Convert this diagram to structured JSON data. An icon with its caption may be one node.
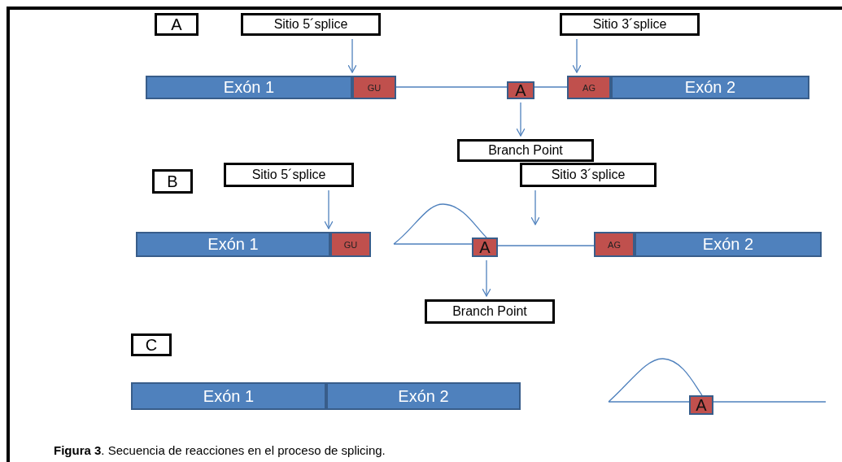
{
  "diagram": {
    "caption": "**Figura 3**. Secuencia de reacciones en el proceso de splicing.",
    "nodes": [
      {
        "text": [
          "A"
        ]
      },
      {
        "text": [
          "Sitio 5´splice"
        ]
      },
      {
        "text": [
          "Sitio 3´splice"
        ]
      },
      {
        "text": [
          "Exón 1"
        ]
      },
      {
        "text": [
          "GU"
        ]
      },
      {
        "text": [
          "A"
        ]
      },
      {
        "text": [
          "AG"
        ]
      },
      {
        "text": [
          "Exón 2"
        ]
      },
      {
        "text": [
          "Branch Point"
        ]
      },
      {
        "text": [
          "B"
        ]
      },
      {
        "text": [
          "Sitio 5´splice"
        ]
      },
      {
        "text": [
          "Sitio 3´splice"
        ]
      },
      {
        "text": [
          "Exón 1"
        ]
      },
      {
        "text": [
          "GU"
        ]
      },
      {
        "text": [
          "A"
        ]
      },
      {
        "text": [
          "AG"
        ]
      },
      {
        "text": [
          "Exón 2"
        ]
      },
      {
        "text": [
          "Branch Point"
        ]
      },
      {
        "text": [
          "C"
        ]
      },
      {
        "text": [
          "Exón 1"
        ]
      },
      {
        "text": [
          "Exón 2"
        ]
      },
      {
        "text": [
          "A"
        ]
      }
    ],
    "edges": [
      {
        "from": 1,
        "to": 4,
        "arrow": "to"
      },
      {
        "from": 2,
        "to": 6,
        "arrow": "to"
      },
      {
        "from": 4,
        "to": 5,
        "arrow": "none"
      },
      {
        "from": 5,
        "to": 6,
        "arrow": "none"
      },
      {
        "from": 5,
        "to": 8,
        "arrow": "to"
      },
      {
        "from": 10,
        "to": 13,
        "arrow": "to"
      },
      {
        "from": 11,
        "to": null,
        "arrow": "to"
      },
      {
        "from": 14,
        "to": 15,
        "arrow": "none"
      },
      {
        "from": 14,
        "to": 17,
        "arrow": "to"
      }
    ]
  }
}
